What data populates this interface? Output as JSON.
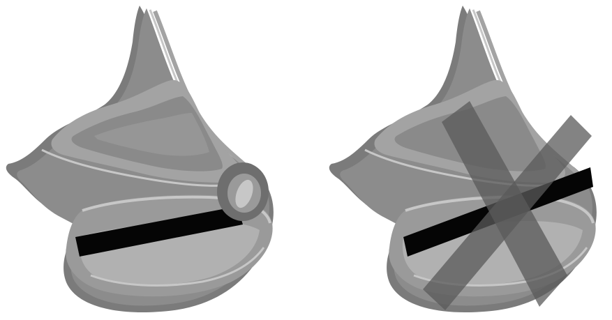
{
  "figure": {
    "panels": [
      {
        "id": "left",
        "variant": "device-with-ring"
      },
      {
        "id": "right",
        "variant": "device-crossed-out"
      }
    ],
    "colors": {
      "background": "#ffffff",
      "tissue_outer": "#7b7b7b",
      "tissue_mid": "#8c8c8c",
      "tissue_light": "#a3a3a3",
      "tissue_highlight": "#c7c7c7",
      "cavity": "#9a9a9a",
      "bar": "#050505",
      "ring": "#6e6e6e",
      "cross_overlay": "#5a5a5a"
    }
  }
}
